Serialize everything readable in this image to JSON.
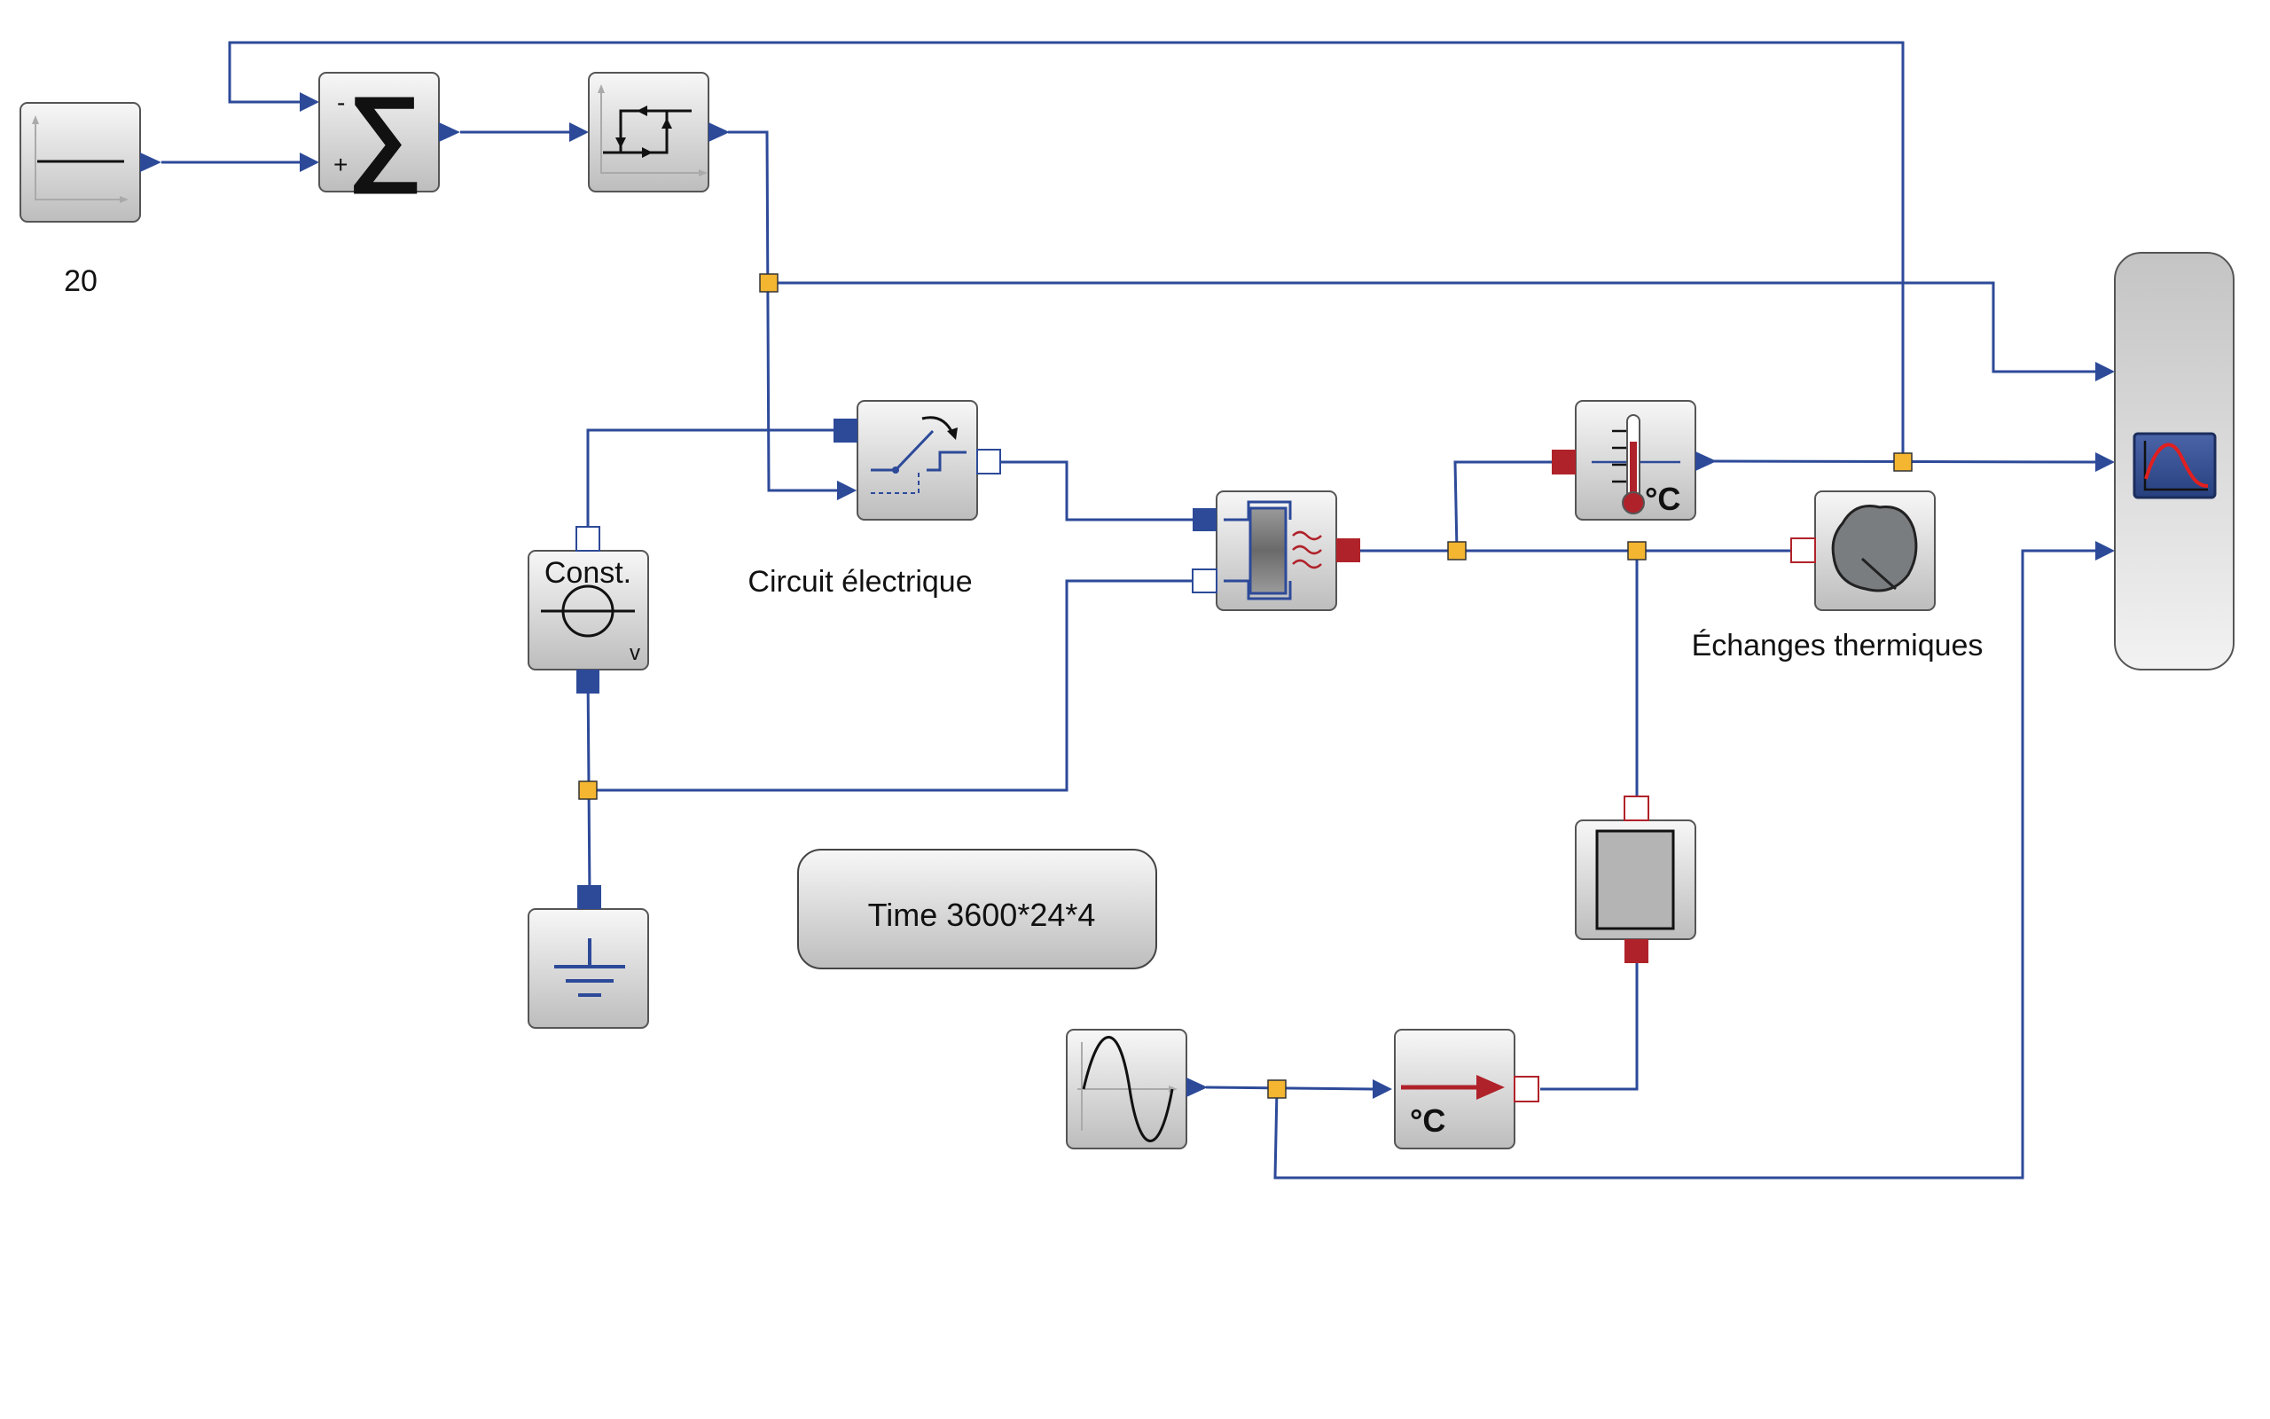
{
  "labels": {
    "step_value": "20",
    "electric_circuit": "Circuit électrique",
    "thermal_exchanges": "Échanges thermiques",
    "simulation_time": "Time 3600*24*4"
  },
  "blocks": {
    "sum_minus": "-",
    "sum_plus": "+",
    "sum_symbol": "∑",
    "const_source_label": "Const.",
    "const_source_sub": "v",
    "temp_sensor_unit": "°C",
    "temp_source_unit": "°C"
  },
  "colors": {
    "wire": "#2d4a99",
    "split_point": "#f4b531",
    "electric_port": "#2d4a99",
    "thermal_port": "#b0222a"
  }
}
